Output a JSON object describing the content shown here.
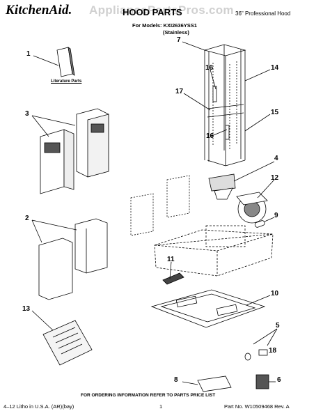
{
  "header": {
    "brand": "KitchenAid.",
    "title": "HOOD PARTS",
    "hood_type": "36\" Professional Hood",
    "models_line1": "For Models: KXI2636YSS1",
    "models_line2": "(Stainless)"
  },
  "watermark": "AppliancePartsPros.com",
  "literature_label": "Literature Parts",
  "callouts": {
    "c1": "1",
    "c2": "2",
    "c3": "3",
    "c4": "4",
    "c5": "5",
    "c6": "6",
    "c7": "7",
    "c8": "8",
    "c9": "9",
    "c10": "10",
    "c11": "11",
    "c12": "12",
    "c13": "13",
    "c14": "14",
    "c15": "15",
    "c16a": "16",
    "c16b": "16",
    "c17": "17",
    "c18": "18"
  },
  "footer": {
    "ordering_note": "FOR ORDERING INFORMATION REFER TO PARTS PRICE LIST",
    "litho": "4–12 Litho in U.S.A. (AR)(bay)",
    "page": "1",
    "part_no": "Part No. W10509468 Rev. A"
  }
}
